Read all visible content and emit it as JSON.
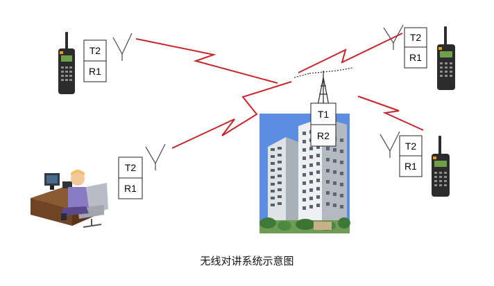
{
  "caption": "无线对讲系统示意图",
  "colors": {
    "link": "#c8242a",
    "sky": "#5b8ee0",
    "box_border": "#222222",
    "radio_body": "#2b2b2b",
    "screen": "#6ea04a"
  },
  "nodes": {
    "radio_left": {
      "label_top": "T2",
      "label_bottom": "R1",
      "icon": "walkie-talkie-icon"
    },
    "radio_top_right": {
      "label_top": "T2",
      "label_bottom": "R1",
      "icon": "walkie-talkie-icon"
    },
    "radio_right": {
      "label_top": "T2",
      "label_bottom": "R1",
      "icon": "walkie-talkie-icon"
    },
    "base_station": {
      "label_top": "T2",
      "label_bottom": "R1",
      "icon": "dispatcher-desk-icon"
    },
    "repeater": {
      "label_top": "T1",
      "label_bottom": "R2",
      "icon": "office-building-icon"
    }
  }
}
